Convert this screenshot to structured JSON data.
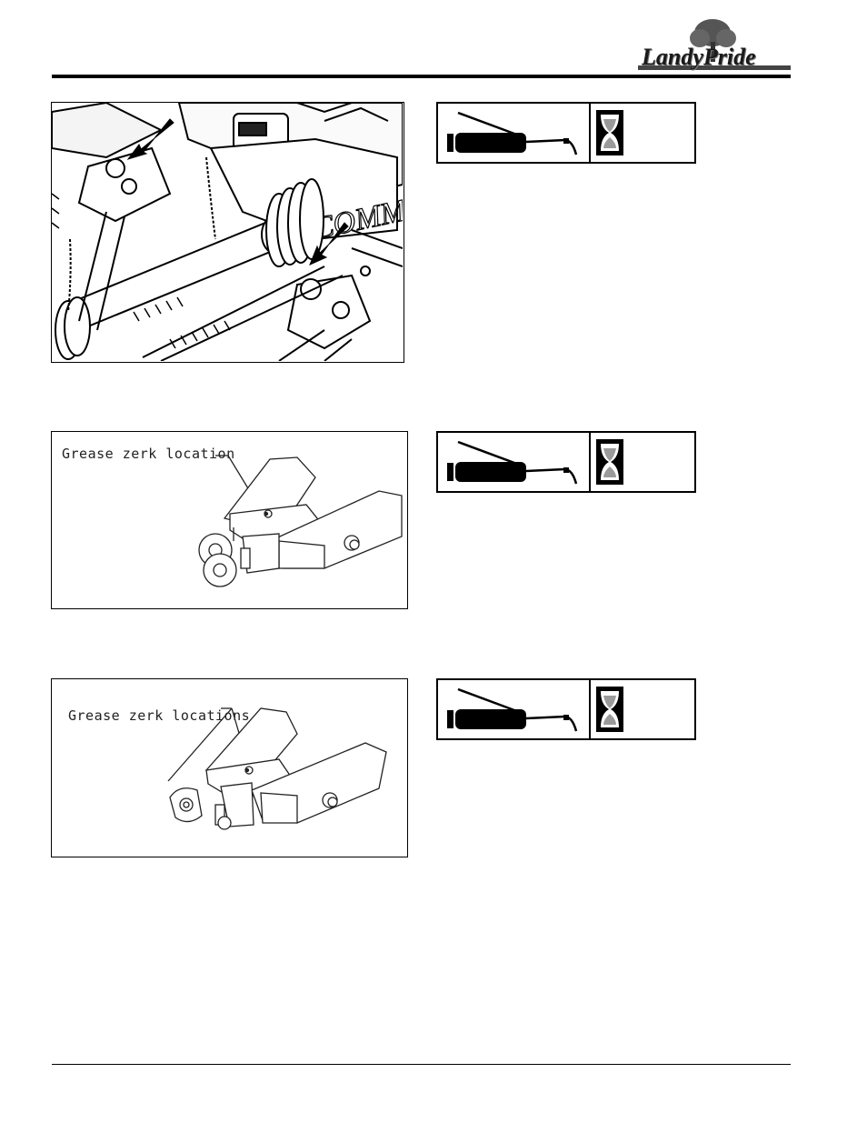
{
  "header": {
    "logo_text": "LandyPride",
    "logo_icon": "tree-icon"
  },
  "figures": [
    {
      "id": "fig-1",
      "callout": ""
    },
    {
      "id": "fig-2",
      "callout": "Grease zerk location"
    },
    {
      "id": "fig-3",
      "callout": "Grease zerk locations"
    }
  ],
  "lube_icons": [
    {
      "gun_icon": "grease-gun-icon",
      "interval_icon": "hourglass-icon"
    },
    {
      "gun_icon": "grease-gun-icon",
      "interval_icon": "hourglass-icon"
    },
    {
      "gun_icon": "grease-gun-icon",
      "interval_icon": "hourglass-icon"
    }
  ],
  "colors": {
    "ink": "#000000",
    "paper": "#ffffff",
    "hourglass_sand": "#9a9a9a"
  }
}
